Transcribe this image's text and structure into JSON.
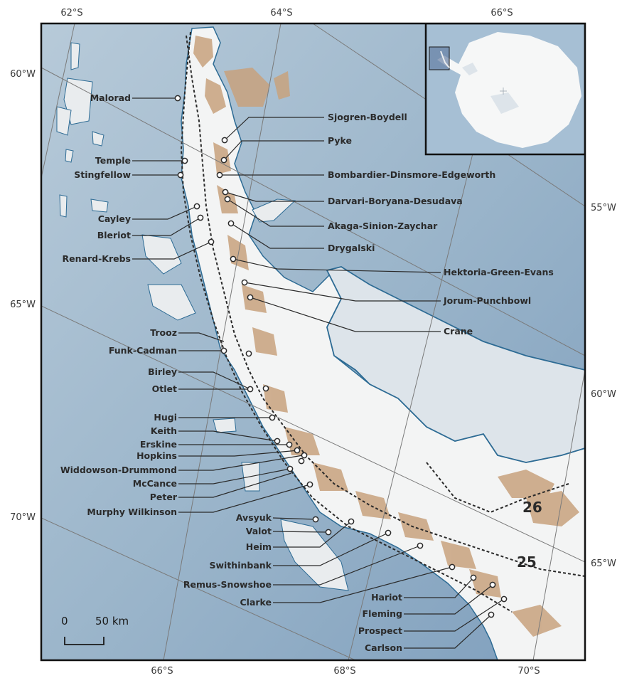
{
  "latitude_labels_top": [
    "62°S",
    "64°S",
    "66°S"
  ],
  "latitude_labels_bottom": [
    "66°S",
    "68°S",
    "70°S"
  ],
  "longitude_labels_left": [
    "60°W",
    "65°W",
    "70°W"
  ],
  "longitude_labels_right": [
    "55°W",
    "60°W",
    "65°W"
  ],
  "glaciers_left": [
    "Malorad",
    "Temple",
    "Stingfellow",
    "Cayley",
    "Bleriot",
    "Renard-Krebs",
    "Trooz",
    "Funk-Cadman",
    "Birley",
    "Otlet",
    "Hugi",
    "Keith",
    "Erskine",
    "Hopkins",
    "Widdowson-Drummond",
    "McCance",
    "Peter",
    "Murphy Wilkinson",
    "Avsyuk",
    "Valot",
    "Heim",
    "Swithinbank",
    "Remus-Snowshoe",
    "Clarke",
    "Hariot",
    "Fleming",
    "Prospect",
    "Carlson"
  ],
  "glaciers_right": [
    "Sjogren-Boydell",
    "Pyke",
    "Bombardier-Dinsmore-Edgeworth",
    "Darvari-Boryana-Desudava",
    "Akaga-Sinion-Zaychar",
    "Drygalski",
    "Hektoria-Green-Evans",
    "Jorum-Punchbowl",
    "Crane"
  ],
  "regions": [
    "26",
    "25"
  ],
  "scale_bar": {
    "zero": "0",
    "distance": "50 km"
  },
  "colors": {
    "ocean": "#a9c0d2",
    "ocean_deep": "#7f9fbd",
    "ice_shelf": "#dde4ea",
    "land": "#f3f4f4",
    "rock": "#c8a27e",
    "coast": "#2d6b94",
    "grid": "#7a7a7a",
    "inset_ocean": "#a6bfd4",
    "inset_land": "#f6f7f7"
  }
}
